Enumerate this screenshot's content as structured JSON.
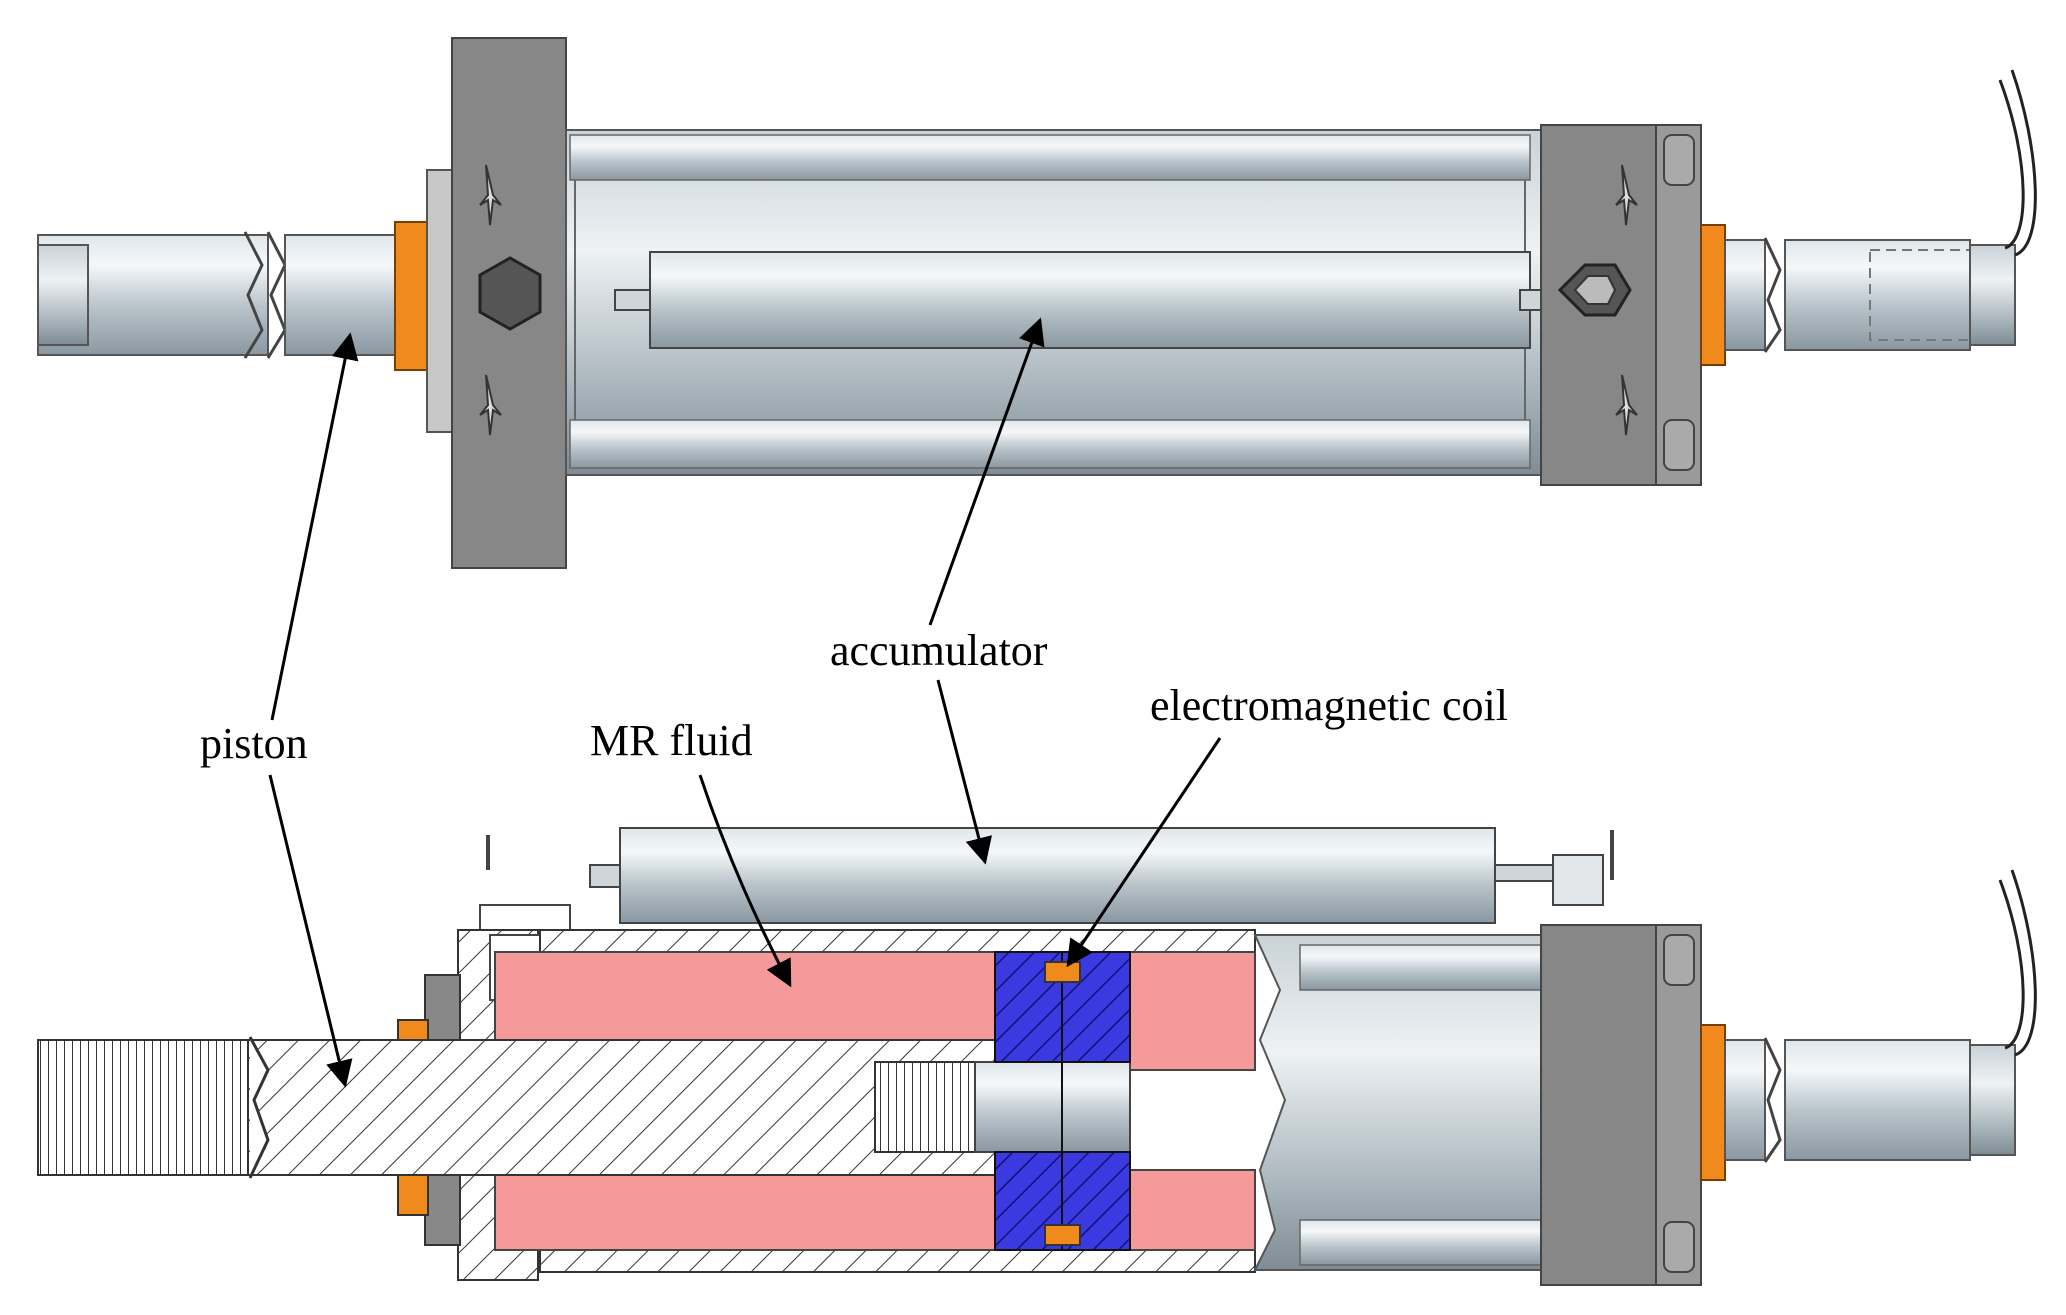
{
  "labels": {
    "piston": "piston",
    "accumulator": "accumulator",
    "mr_fluid": "MR fluid",
    "coil": "electromagnetic coil"
  },
  "colors": {
    "steel_light": "#e4eaee",
    "steel_mid": "#b6c1c8",
    "steel_dark": "#7d8b94",
    "mount_gray": "#808080",
    "seal_orange": "#f08a1c",
    "mr_fluid_pink": "#f59a9a",
    "coil_blue": "#3a3ae0",
    "hatch_line": "#333333"
  }
}
